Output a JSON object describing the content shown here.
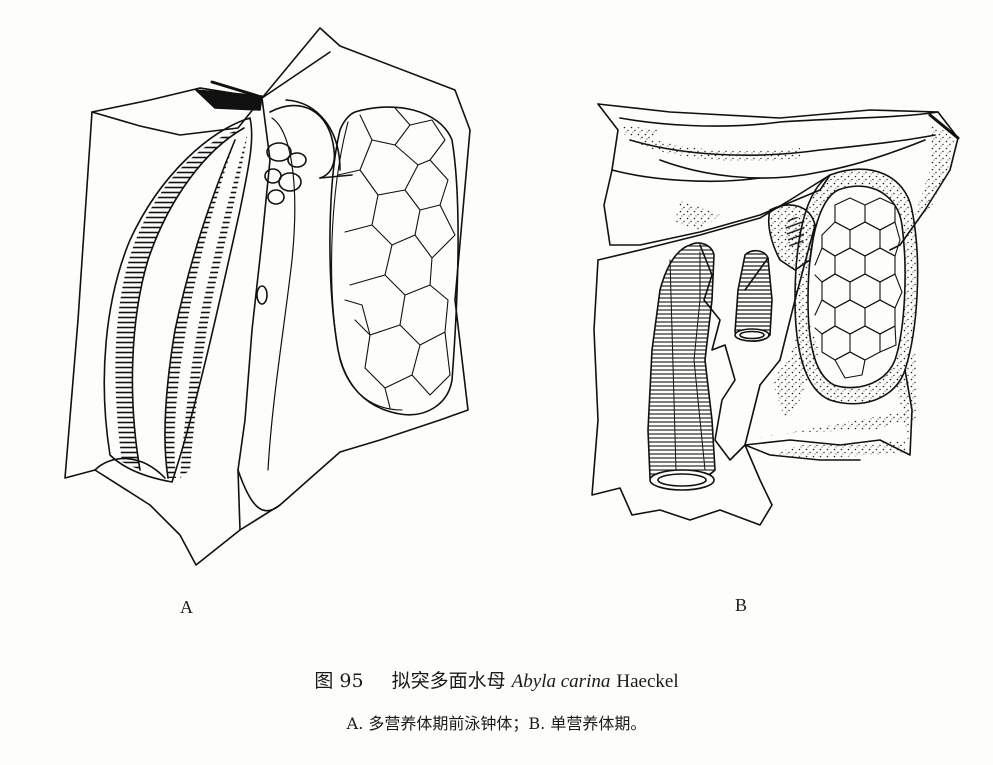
{
  "figure": {
    "panels": [
      {
        "label": "A"
      },
      {
        "label": "B"
      }
    ]
  },
  "caption": {
    "number": "图 95",
    "chinese_name": "拟突多面水母",
    "species": "Abyla carina",
    "author": "Haeckel",
    "description": "A. 多营养体期前泳钟体；B. 单营养体期。"
  }
}
